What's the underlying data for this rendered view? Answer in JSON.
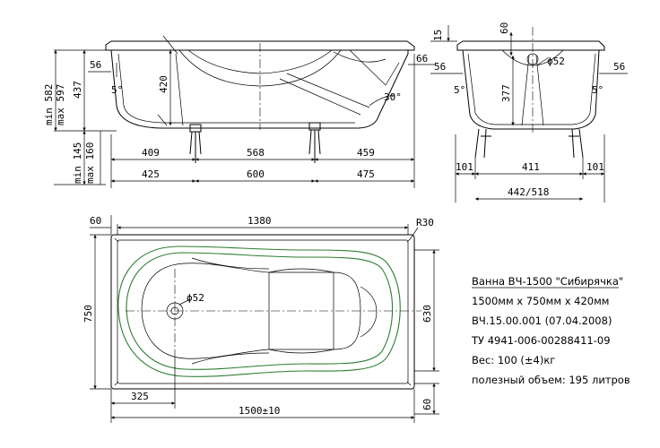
{
  "front_view": {
    "dims": {
      "min_582": "min 582",
      "max_597": "max 597",
      "d437": "437",
      "d420": "420",
      "d56": "56",
      "d66": "66",
      "angle_5": "5°",
      "angle_30": "30°",
      "d409": "409",
      "d568": "568",
      "d459": "459",
      "d425": "425",
      "d600": "600",
      "d475": "475",
      "min_145": "min 145",
      "max_160": "max 160"
    }
  },
  "side_view": {
    "dims": {
      "d15": "15",
      "d60": "60",
      "phi52": "ϕ52",
      "d56_left": "56",
      "d56_right": "56",
      "angle_5_left": "5°",
      "angle_5_right": "5°",
      "d377": "377",
      "d101_left": "101",
      "d411": "411",
      "d101_right": "101",
      "d442_518": "442/518"
    }
  },
  "top_view": {
    "dims": {
      "d60_top": "60",
      "d1380": "1380",
      "r30": "R30",
      "d750": "750",
      "d630": "630",
      "phi52": "ϕ52",
      "d325": "325",
      "d1500": "1500±10",
      "d60_right": "60"
    }
  },
  "spec": {
    "title": "Ванна ВЧ-1500 \"Сибирячка\"",
    "line1": "1500мм x 750мм x 420мм",
    "line2": "ВЧ.15.00.001 (07.04.2008)",
    "line3": "ТУ 4941-006-00288411-09",
    "line4": "Вес: 100 (±4)кг",
    "line5": "полезный объем: 195 литров"
  }
}
